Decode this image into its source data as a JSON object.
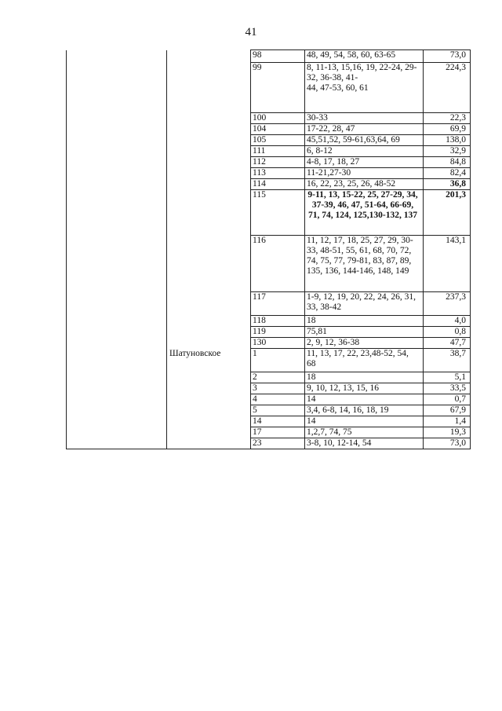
{
  "page_number": "41",
  "district": "",
  "settlement_label_row": 17,
  "settlement": "Шатуновское",
  "rows": [
    {
      "num": "98",
      "quarters": "48, 49, 54, 58, 60, 63-65",
      "area": "73,0",
      "h": 16
    },
    {
      "num": "99",
      "quarters": "8, 11-13, 15,16, 19, 22-24, 29-32, 36-38, 41-\n44, 47-53, 60, 61",
      "area": "224,3",
      "h": 64
    },
    {
      "num": "100",
      "quarters": "30-33",
      "area": "22,3",
      "h": 14
    },
    {
      "num": "104",
      "quarters": "17-22, 28, 47",
      "area": "69,9",
      "h": 14
    },
    {
      "num": "105",
      "quarters": "45,51,52, 59-61,63,64, 69",
      "area": "138,0",
      "h": 14
    },
    {
      "num": "111",
      "quarters": "6, 8-12",
      "area": "32,9",
      "h": 14
    },
    {
      "num": "112",
      "quarters": "4-8, 17, 18, 27",
      "area": "84,8",
      "h": 14
    },
    {
      "num": "113",
      "quarters": "11-21,27-30",
      "area": "82,4",
      "h": 14
    },
    {
      "num": "114",
      "quarters": "16, 22, 23, 25, 26, 48-52",
      "area": "36,8",
      "h": 14,
      "bold_area": true
    },
    {
      "num": "115",
      "quarters": "9-11, 13, 15-22, 25, 27-29, 34, 37-39, 46, 47, 51-64, 66-69, 71, 74, 124, 125,130-132, 137",
      "area": "201,3",
      "h": 58,
      "bold": true
    },
    {
      "num": "116",
      "quarters": "11, 12, 17, 18, 25, 27, 29, 30-33, 48-51, 55, 61, 68, 70, 72, 74, 75, 77, 79-81, 83, 87, 89, 135, 136, 144-146, 148, 149",
      "area": "143,1",
      "h": 72
    },
    {
      "num": "117",
      "quarters": "1-9, 12, 19, 20, 22, 24, 26, 31, 33, 38-42",
      "area": "237,3",
      "h": 30
    },
    {
      "num": "118",
      "quarters": "18",
      "area": "4,0",
      "h": 14
    },
    {
      "num": "119",
      "quarters": "75,81",
      "area": "0,8",
      "h": 14
    },
    {
      "num": "130",
      "quarters": "2, 9, 12, 36-38",
      "area": "47,7",
      "h": 14
    },
    {
      "num": "1",
      "quarters": "11, 13, 17, 22, 23,48-52, 54, 68",
      "area": "38,7",
      "h": 30
    },
    {
      "num": "2",
      "quarters": "18",
      "area": "5,1",
      "h": 14
    },
    {
      "num": "3",
      "quarters": "9, 10, 12, 13, 15, 16",
      "area": "33,5",
      "h": 14
    },
    {
      "num": "4",
      "quarters": "14",
      "area": "0,7",
      "h": 14
    },
    {
      "num": "5",
      "quarters": "3,4, 6-8, 14, 16, 18, 19",
      "area": "67,9",
      "h": 14
    },
    {
      "num": "14",
      "quarters": "14",
      "area": "1,4",
      "h": 14
    },
    {
      "num": "17",
      "quarters": "1,2,7, 74, 75",
      "area": "19,3",
      "h": 14
    },
    {
      "num": "23",
      "quarters": "3-8, 10, 12-14, 54",
      "area": "73,0",
      "h": 14
    }
  ]
}
